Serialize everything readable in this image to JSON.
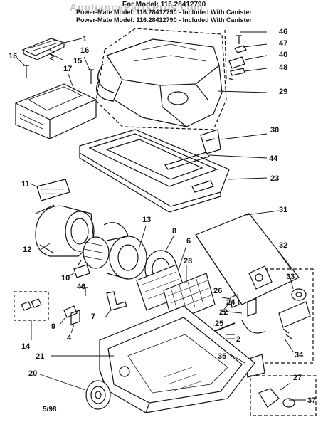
{
  "header": {
    "title": "For Model: 116.28412790",
    "line2": "Power-Mate Model: 116.28412790 - Included With Canister",
    "line3": "Power-Mate Model: 116.28412790 - Included With Canister"
  },
  "watermark": "AppliancePartsPros.com",
  "footer": {
    "date": "5/98"
  },
  "callouts": [
    "1",
    "2",
    "4",
    "6",
    "7",
    "8",
    "9",
    "10",
    "11",
    "12",
    "13",
    "14",
    "15",
    "16",
    "16",
    "17",
    "20",
    "21",
    "22",
    "23",
    "24",
    "25",
    "26",
    "27",
    "28",
    "29",
    "30",
    "31",
    "32",
    "33",
    "34",
    "35",
    "37",
    "40",
    "44",
    "46",
    "46",
    "47",
    "48"
  ]
}
